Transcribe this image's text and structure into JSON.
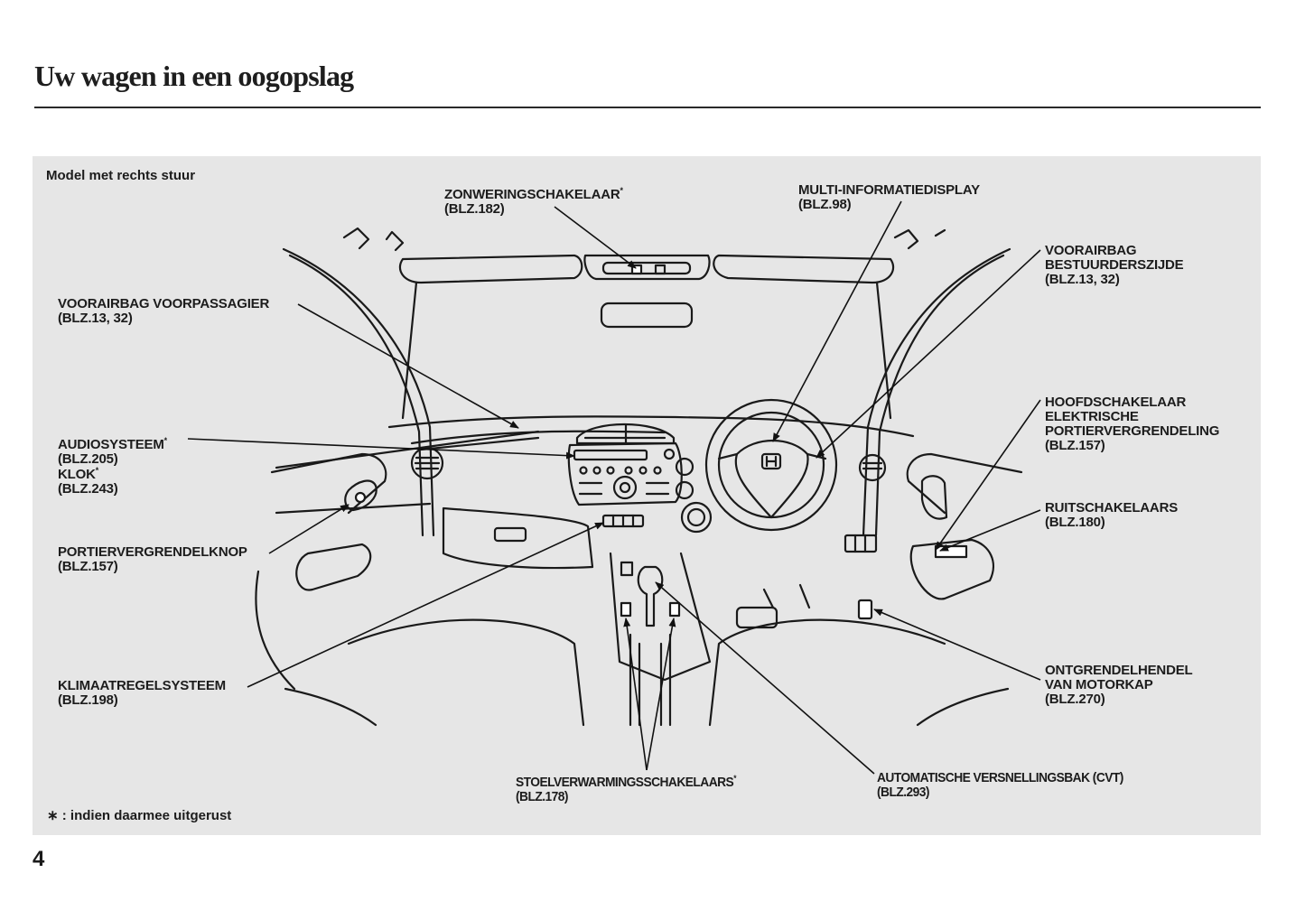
{
  "page": {
    "title": "Uw wagen in een oogopslag",
    "page_number": "4"
  },
  "diagram": {
    "model_note": "Model met rechts stuur",
    "footnote_symbol": "∗ :",
    "footnote_text": "indien daarmee uitgerust",
    "callouts": {
      "sunshade_switch": {
        "name": "ZONWERINGSCHAKELAAR",
        "asterisk": "*",
        "page": "(BLZ.182)"
      },
      "multi_info_display": {
        "name": "MULTI-INFORMATIEDISPLAY",
        "page": "(BLZ.98)"
      },
      "driver_airbag": {
        "line1": "VOORAIRBAG",
        "line2": "BESTUURDERSZIJDE",
        "page": "(BLZ.13, 32)"
      },
      "passenger_airbag": {
        "name": "VOORAIRBAG VOORPASSAGIER",
        "page": "(BLZ.13, 32)"
      },
      "audio_system": {
        "name": "AUDIOSYSTEEM",
        "asterisk": "*",
        "page": "(BLZ.205)"
      },
      "clock": {
        "name": "KLOK",
        "asterisk": "*",
        "page": "(BLZ.243)"
      },
      "master_door_lock": {
        "line1": "HOOFDSCHAKELAAR",
        "line2": "ELEKTRISCHE",
        "line3": "PORTIERVERGRENDELING",
        "page": "(BLZ.157)"
      },
      "window_switches": {
        "name": "RUITSCHAKELAARS",
        "page": "(BLZ.180)"
      },
      "door_lock_knob": {
        "name": "PORTIERVERGRENDELKNOP",
        "page": "(BLZ.157)"
      },
      "hood_release": {
        "line1": "ONTGRENDELHENDEL",
        "line2": "VAN MOTORKAP",
        "page": "(BLZ.270)"
      },
      "climate_control": {
        "name": "KLIMAATREGELSYSTEEM",
        "page": "(BLZ.198)"
      },
      "seat_heater_switches": {
        "name": "STOELVERWARMINGSSCHAKELAARS",
        "asterisk": "*",
        "page": "(BLZ.178)"
      },
      "cvt": {
        "name": "AUTOMATISCHE VERSNELLINGSBAK (CVT)",
        "page": "(BLZ.293)"
      }
    }
  }
}
